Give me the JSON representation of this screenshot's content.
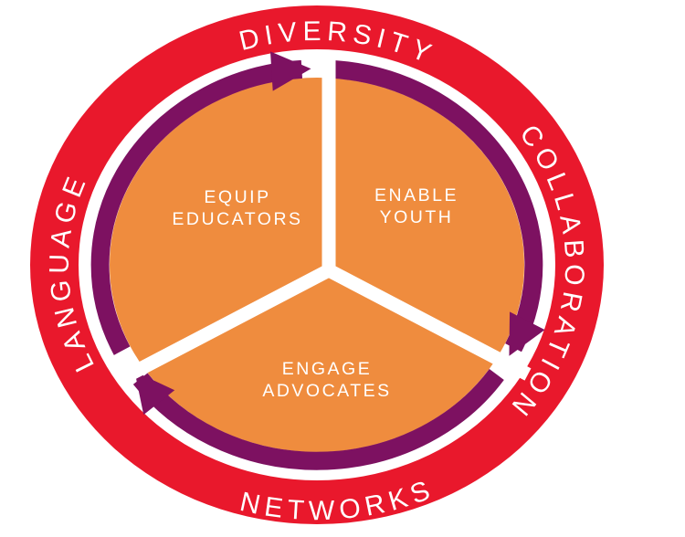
{
  "diagram": {
    "ring_labels": {
      "top": "DIVERSITY",
      "right": "COLLABORATION",
      "bottom": "NETWORKS",
      "left": "LANGUAGE"
    },
    "sectors": {
      "equip_educators": {
        "line1": "EQUIP",
        "line2": "EDUCATORS"
      },
      "enable_youth": {
        "line1": "ENABLE",
        "line2": "YOUTH"
      },
      "engage_advocates": {
        "line1": "ENGAGE",
        "line2": "ADVOCATES"
      }
    },
    "cycle": {
      "direction": "clockwise",
      "arrow_count": 3
    }
  },
  "colors": {
    "ring_red": "#e9182c",
    "arrow_purple": "#7d1161",
    "sector_orange": "#ef8c3e",
    "label_white": "#ffffff"
  }
}
